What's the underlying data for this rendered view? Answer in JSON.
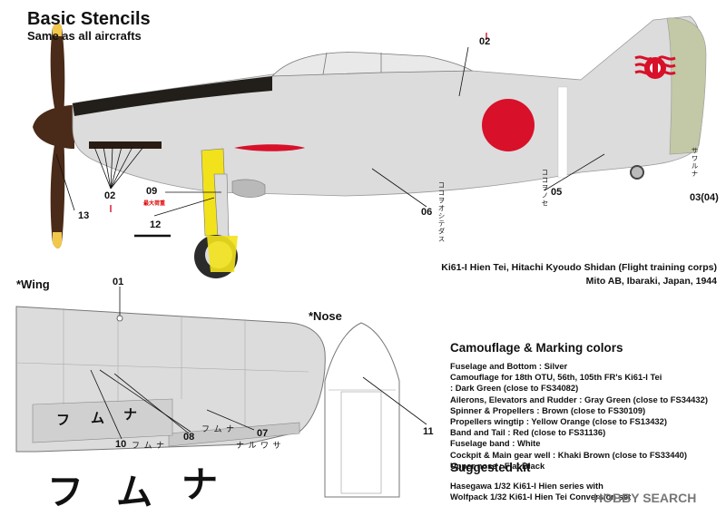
{
  "header": {
    "title": "Basic Stencils",
    "subtitle": "Same as all aircrafts"
  },
  "callouts": {
    "c02_top": "02",
    "c02_left": "02",
    "c03": "03(04)",
    "c05": "05",
    "c06": "06",
    "c09": "09",
    "c12": "12",
    "c13": "13",
    "c01": "01",
    "c07": "07",
    "c08": "08",
    "c10": "10",
    "c11": "11"
  },
  "stencil_text": {
    "v06": "ココヲオシテダス",
    "v05": "ココヲノセ",
    "v03": "サワルナ",
    "red09": "最大荷重",
    "wing_stencil_10": "フ ム ナ",
    "wing_stencil_07": "ナ ル ワ サ",
    "wing_stencil_08": "フ ム ナ",
    "panel_fu": "フ",
    "panel_mu": "ム",
    "panel_na": "ナ",
    "big_fu": "フ",
    "big_mu": "ム",
    "big_na": "ナ"
  },
  "caption": {
    "line1": "Ki61-I Hien Tei, Hitachi Kyoudo Shidan (Flight training corps)",
    "line2": "Mito AB, Ibaraki, Japan, 1944"
  },
  "wing_label": "*Wing",
  "nose_label": "*Nose",
  "camouflage": {
    "title": "Camouflage & Marking colors",
    "lines": [
      "Fuselage and Bottom : Silver",
      "Camouflage for 18th OTU, 56th, 105th FR's Ki61-I Tei",
      ": Dark Green (close to FS34082)",
      "Ailerons, Elevators and Rudder : Gray Green (close to FS34432)",
      "Spinner & Propellers : Brown (close to FS30109)",
      "Propellers wingtip : Yellow Orange (close to FS13432)",
      "Band and Tail : Red (close to FS31136)",
      "Fuselage band : White",
      "Cockpit & Main gear well : Khaki Brown (close to FS33440)",
      "Upper nose : Flat Black"
    ]
  },
  "suggested": {
    "title": "Suggested kit",
    "line1": "Hasegawa 1/32 Ki61-I Hien series with",
    "line2": "Wolfpack 1/32 Ki61-I Hien Tei Conversion set"
  },
  "watermark": "HOBBY SEARCH",
  "colors": {
    "silver": "#dcdcdc",
    "gray_green": "#c3c8a6",
    "brown": "#4a2a18",
    "red": "#d8102a",
    "yellow": "#f2e21c",
    "black": "#111111"
  }
}
